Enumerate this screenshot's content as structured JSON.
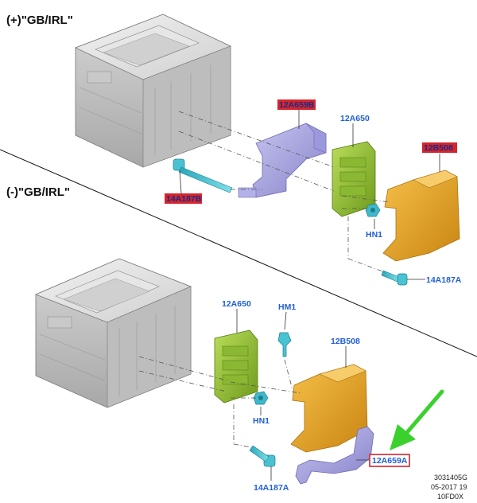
{
  "colors": {
    "callout_text": "#1f5fd6",
    "highlight_fill": "#d4252c",
    "highlight_border": "#d4252c",
    "arrow": "#3ad12e",
    "battery": "#d9d9d9",
    "bracket": "#a9a6e0",
    "fuse_box": "#9ccc3c",
    "cover": "#e6a51f"
  },
  "diagram": {
    "top_title": "(+)\"GB/IRL\"",
    "bottom_title": "(-)\"GB/IRL\"",
    "top": {
      "bracket_label": "12A659B",
      "fuse_label": "12A650",
      "cover_label": "12B508",
      "bolt_label": "14A187B",
      "nut_label": "HN1",
      "bolt2_label": "14A187A"
    },
    "bottom": {
      "fuse_label": "12A650",
      "clip_label": "HM1",
      "cover_label": "12B508",
      "nut_label": "HN1",
      "bracket_label": "12A659A",
      "bolt_label": "14A187A"
    },
    "footer": {
      "line1": "3031405G",
      "line2": "05-2017 19",
      "line3": "10FD0X"
    }
  }
}
